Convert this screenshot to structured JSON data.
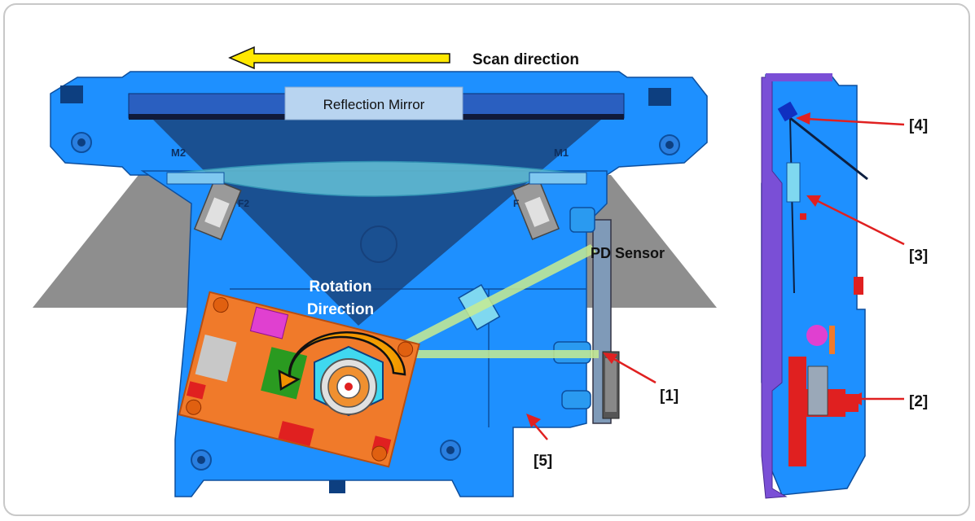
{
  "labels": {
    "scan_direction": "Scan direction",
    "reflection_mirror": "Reflection Mirror",
    "pd_sensor": "PD Sensor",
    "rotation_line1": "Rotation",
    "rotation_line2": "Direction",
    "mirror_m1": "M1",
    "mirror_m2": "M2",
    "lens_f": "F",
    "lens_f2": "F2",
    "callout_1": "[1]",
    "callout_2": "[2]",
    "callout_3": "[3]",
    "callout_4": "[4]",
    "callout_5": "[5]"
  },
  "colors": {
    "housing_blue": "#1e90ff",
    "housing_dark": "#1565c0",
    "board_orange": "#f07a2a",
    "laser_green": "#b8e08a",
    "scan_arrow": "#ffe800",
    "callout_red": "#e02020",
    "side_purple": "#7a4fd6",
    "mirror_label_bg": "#b8d4f0"
  }
}
